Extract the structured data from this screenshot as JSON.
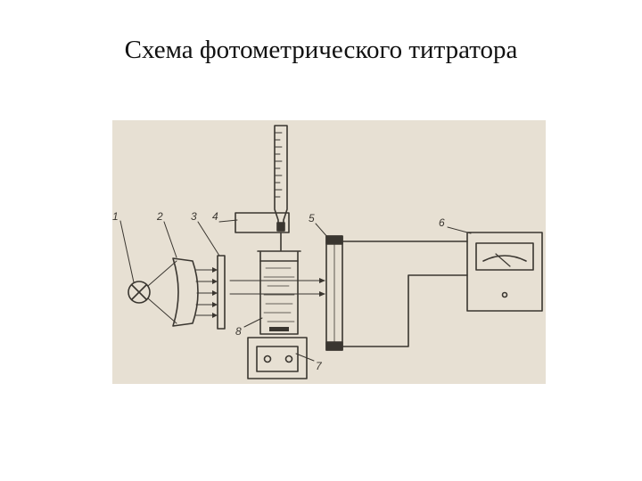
{
  "slide": {
    "title": "Схема фотометрического титратора"
  },
  "diagram": {
    "labels": [
      "1",
      "2",
      "3",
      "4",
      "5",
      "6",
      "7",
      "8"
    ],
    "colors": {
      "background": "#e7e0d3",
      "ink": "#3a3630"
    }
  }
}
